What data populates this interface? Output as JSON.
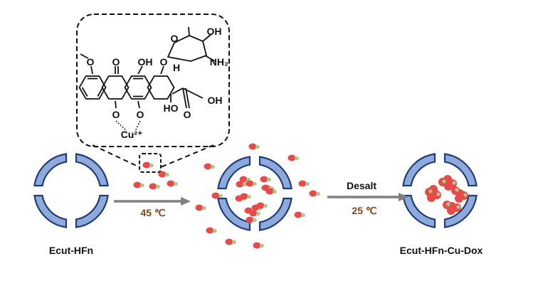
{
  "labels": {
    "start": "Ecut-HFn",
    "end": "Ecut-HFn-Cu-Dox",
    "step1_temp": "45 ℃",
    "step2_action": "Desalt",
    "step2_temp": "25 ℃"
  },
  "molecule": {
    "atoms": {
      "o_methoxy": "O",
      "o_ketone_top": "O",
      "oh_top": "OH",
      "o_glycoside": "O",
      "o_sugar_ring": "O",
      "h_anomeric": "H",
      "oh_sugar": "OH",
      "nh2": "NH₂",
      "o_bottom_left": "O",
      "o_bottom_right": "O",
      "ho_ring": "HO",
      "o_side_ketone": "O",
      "oh_side": "OH",
      "cu": "Cu²⁺"
    }
  },
  "colors": {
    "shell_fill": "#8EA9DB",
    "shell_stroke": "#1F3D7A",
    "drug_red": "#E84A4A",
    "drug_green": "#A9C98A",
    "arrow": "#7F7F7F",
    "temp_text": "#8B4513"
  }
}
